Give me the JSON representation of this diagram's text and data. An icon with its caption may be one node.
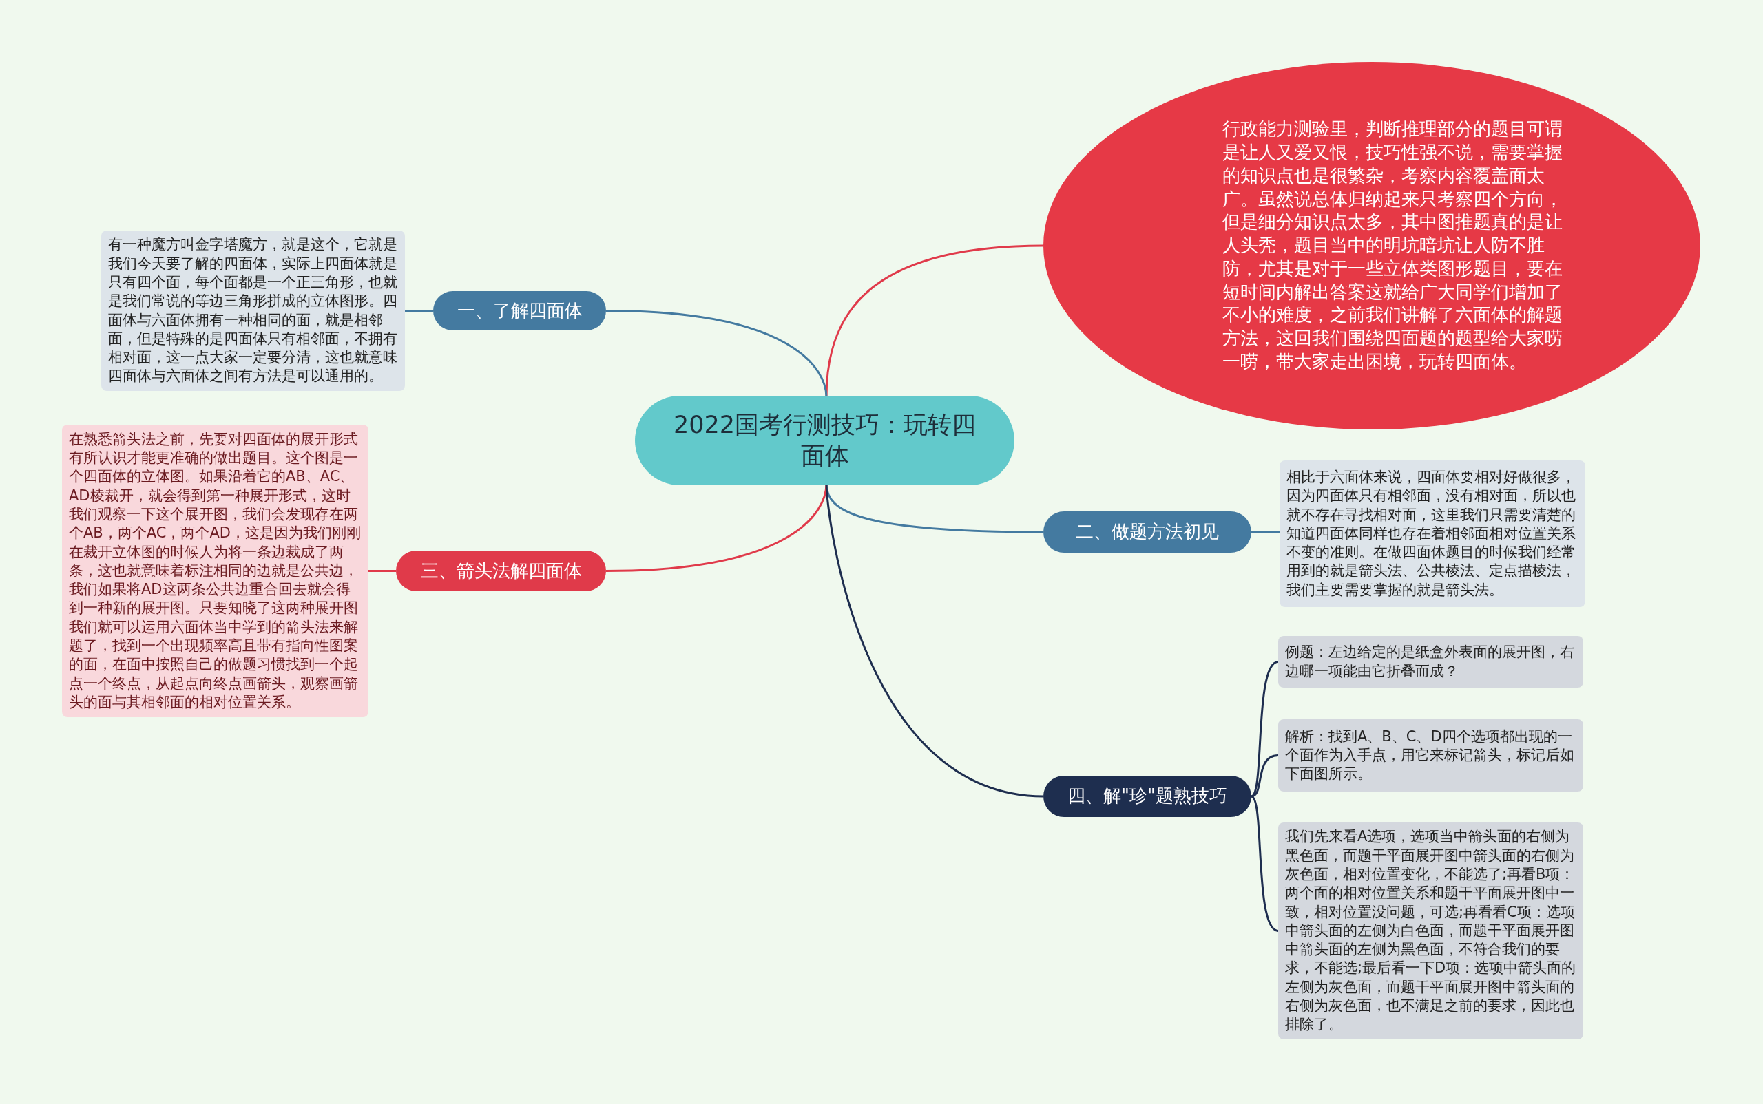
{
  "diagram": {
    "nodes": [
      {
        "text": [
          "2022国考行测技巧：玩转四面体"
        ]
      },
      {
        "text": [
          "行政能力测验里，判断推理部分的题目可谓是让人又爱又恨，技巧性强不说，需要掌握的知识点也是很繁杂，考察内容覆盖面太广。虽然说总体归纳起来只考察四个方向，但是细分知识点太多，其中图推题真的是让人头秃，题目当中的明坑暗坑让人防不胜防，尤其是对于一些立体类图形题目，要在短时间内解出答案这就给广大同学们增加了不小的难度，之前我们讲解了六面体的解题方法，这回我们围绕四面题的题型给大家唠一唠，带大家走出困境，玩转四面体。"
        ]
      },
      {
        "text": [
          "一、了解四面体"
        ]
      },
      {
        "text": [
          "有一种魔方叫金字塔魔方，就是这个，它就是我们今天要了解的四面体，实际上四面体就是只有四个面，每个面都是一个正三角形，也就是我们常说的等边三角形拼成的立体图形。四面体与六面体拥有一种相同的面，就是相邻面，但是特殊的是四面体只有相邻面，不拥有相对面，这一点大家一定要分清，这也就意味四面体与六面体之间有方法是可以通用的。"
        ]
      },
      {
        "text": [
          "二、做题方法初见"
        ]
      },
      {
        "text": [
          "相比于六面体来说，四面体要相对好做很多，因为四面体只有相邻面，没有相对面，所以也就不存在寻找相对面，这里我们只需要清楚的知道四面体同样也存在着相邻面相对位置关系不变的准则。在做四面体题目的时候我们经常用到的就是箭头法、公共棱法、定点描棱法，我们主要需要掌握的就是箭头法。"
        ]
      },
      {
        "text": [
          "三、箭头法解四面体"
        ]
      },
      {
        "text": [
          "在熟悉箭头法之前，先要对四面体的展开形式有所认识才能更准确的做出题目。这个图是一个四面体的立体图。如果沿着它的AB、AC、AD棱裁开，就会得到第一种展开形式，这时我们观察一下这个展开图，我们会发现存在两个AB，两个AC，两个AD，这是因为我们刚刚在裁开立体图的时候人为将一条边裁成了两条，这也就意味着标注相同的边就是公共边，我们如果将AD这两条公共边重合回去就会得到一种新的展开图。只要知晓了这两种展开图我们就可以运用六面体当中学到的箭头法来解题了，找到一个出现频率高且带有指向性图案的面，在面中按照自己的做题习惯找到一个起点一个终点，从起点向终点画箭头，观察画箭头的面与其相邻面的相对位置关系。"
        ]
      },
      {
        "text": [
          "四、解\"珍\"题熟技巧"
        ]
      },
      {
        "text": [
          "例题：左边给定的是纸盒外表面的展开图，右边哪一项能由它折叠而成？"
        ]
      },
      {
        "text": [
          "解析：找到A、B、C、D四个选项都出现的一个面作为入手点，用它来标记箭头，标记后如下面图所示。"
        ]
      },
      {
        "text": [
          "我们先来看A选项，选项当中箭头面的右侧为黑色面，而题干平面展开图中箭头面的右侧为灰色面，相对位置变化，不能选了;再看B项：两个面的相对位置关系和题干平面展开图中一致，相对位置没问题，可选;再看看C项：选项中箭头面的左侧为白色面，而题干平面展开图中箭头面的左侧为黑色面，不符合我们的要求，不能选;最后看一下D项：选项中箭头面的左侧为灰色面，而题干平面展开图中箭头面的右侧为灰色面，也不满足之前的要求，因此也排除了。"
        ]
      }
    ],
    "edges": [
      {
        "from": 0,
        "to": 1,
        "arrow": "none",
        "color": "#e03a4a"
      },
      {
        "from": 0,
        "to": 2,
        "arrow": "none",
        "color": "#447aa0"
      },
      {
        "from": 2,
        "to": 3,
        "arrow": "none",
        "color": "#447aa0"
      },
      {
        "from": 0,
        "to": 4,
        "arrow": "none",
        "color": "#447aa0"
      },
      {
        "from": 4,
        "to": 5,
        "arrow": "none",
        "color": "#447aa0"
      },
      {
        "from": 0,
        "to": 6,
        "arrow": "none",
        "color": "#e03a4a"
      },
      {
        "from": 6,
        "to": 7,
        "arrow": "none",
        "color": "#e03a4a"
      },
      {
        "from": 0,
        "to": 8,
        "arrow": "none",
        "color": "#1e2e4f"
      },
      {
        "from": 8,
        "to": 9,
        "arrow": "none",
        "color": "#1e2e4f"
      },
      {
        "from": 8,
        "to": 10,
        "arrow": "none",
        "color": "#1e2e4f"
      },
      {
        "from": 8,
        "to": 11,
        "arrow": "none",
        "color": "#1e2e4f"
      }
    ]
  }
}
